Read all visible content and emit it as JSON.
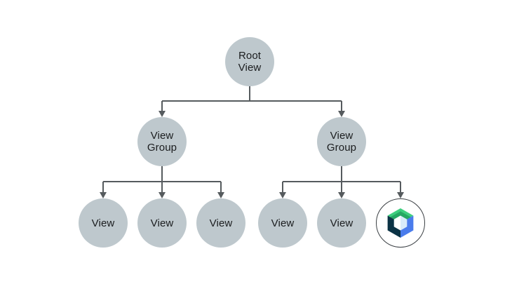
{
  "diagram": {
    "nodes": {
      "root": {
        "label": "Root View"
      },
      "group_left": {
        "label": "View Group"
      },
      "group_right": {
        "label": "View Group"
      },
      "left_children": [
        {
          "label": "View"
        },
        {
          "label": "View"
        },
        {
          "label": "View"
        }
      ],
      "right_children": [
        {
          "label": "View"
        },
        {
          "label": "View"
        },
        {
          "icon": "jetpack-compose-logo"
        }
      ]
    },
    "colors": {
      "node_fill": "#BEC8CD",
      "connector": "#565B5E",
      "text": "#1B1D1F",
      "compose_green_light": "#3ECE7E",
      "compose_green_dark": "#26A863",
      "compose_blue": "#4A7CEC",
      "compose_navy": "#0B3345",
      "compose_center_left": "#FFFFFF",
      "compose_center_right": "#D8EBFA",
      "compose_ring": "#3A3F43"
    }
  }
}
